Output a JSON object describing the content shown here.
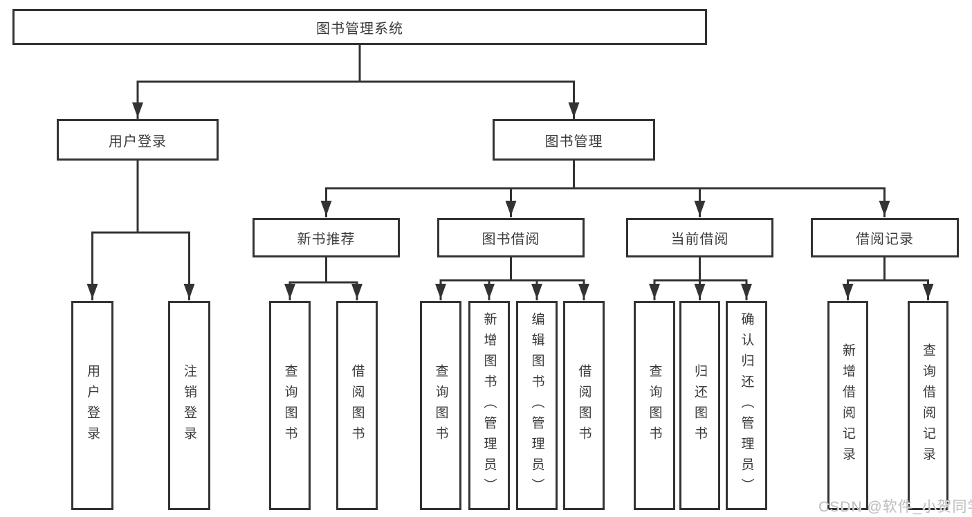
{
  "diagram_title": "图书管理系统",
  "watermark": "CSDN @软件_小贺同学",
  "colors": {
    "line": "#333333",
    "node_border": "#333333",
    "text": "#3a3a3a",
    "background": "#ffffff",
    "watermark": "#bfbfbf"
  },
  "tree": {
    "label": "图书管理系统",
    "children": [
      {
        "label": "用户登录",
        "children": [
          {
            "label": "用户登录"
          },
          {
            "label": "注销登录"
          }
        ]
      },
      {
        "label": "图书管理",
        "children": [
          {
            "label": "新书推荐",
            "children": [
              {
                "label": "查询图书"
              },
              {
                "label": "借阅图书"
              }
            ]
          },
          {
            "label": "图书借阅",
            "children": [
              {
                "label": "查询图书"
              },
              {
                "label": "新增图书（管理员）"
              },
              {
                "label": "编辑图书（管理员）"
              },
              {
                "label": "借阅图书"
              }
            ]
          },
          {
            "label": "当前借阅",
            "children": [
              {
                "label": "查询图书"
              },
              {
                "label": "归还图书"
              },
              {
                "label": "确认归还（管理员）"
              }
            ]
          },
          {
            "label": "借阅记录",
            "children": [
              {
                "label": "新增借阅记录"
              },
              {
                "label": "查询借阅记录"
              }
            ]
          }
        ]
      }
    ]
  }
}
